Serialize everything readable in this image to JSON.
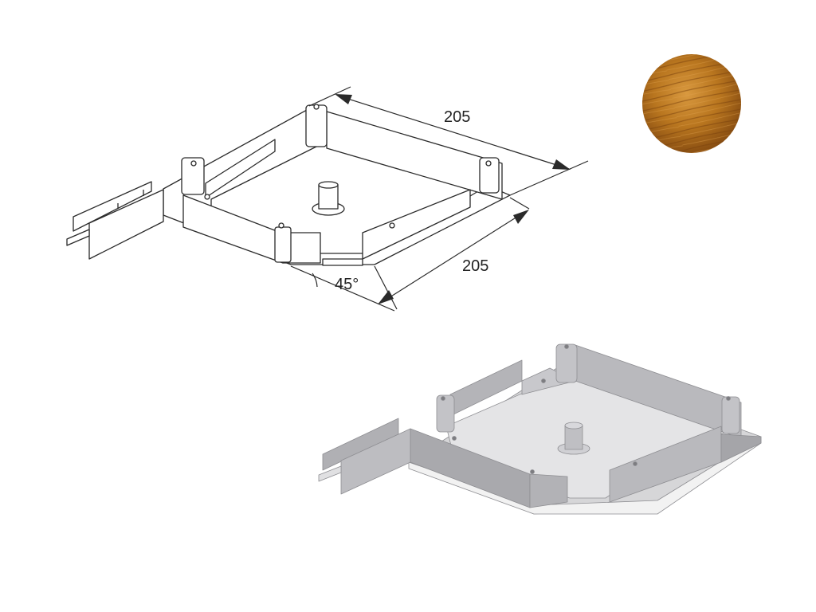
{
  "dimensions": {
    "top_length": "205",
    "front_length": "205",
    "angle": "45°"
  },
  "colors": {
    "line": "#2a2a2a",
    "render_wall": "#b9b9bd",
    "render_wall_dark": "#9c9ca0",
    "render_floor": "#e4e4e6",
    "render_edge": "#f2f2f2",
    "swatch_light": "#c98a32",
    "swatch_dark": "#8a4f12"
  },
  "swatch": {
    "name": "golden-oak-swatch"
  }
}
